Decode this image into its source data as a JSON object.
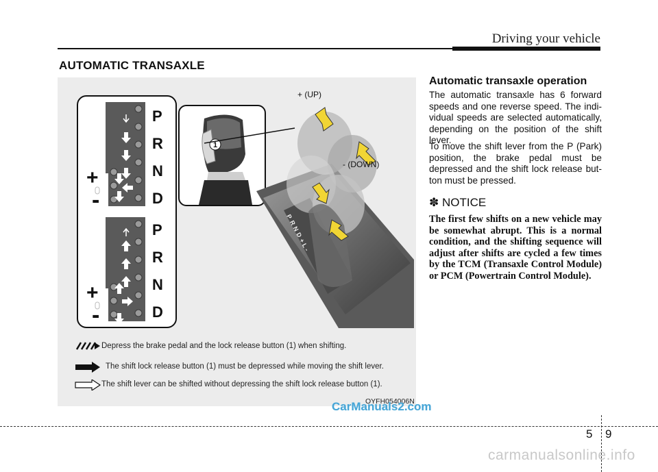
{
  "header": {
    "title": "Driving your vehicle"
  },
  "section": {
    "title": "AUTOMATIC TRANSAXLE"
  },
  "figure": {
    "gate_letters_top": [
      "P",
      "R",
      "N",
      "D"
    ],
    "gate_letters_bottom": [
      "P",
      "R",
      "N",
      "D"
    ],
    "plus": "+",
    "minus": "-",
    "callout_number": "1",
    "label_up": "+ (UP)",
    "label_down": "- (DOWN)",
    "gate_plate": [
      "P",
      "R",
      "N",
      "D",
      "+",
      "L",
      "-"
    ],
    "legend": [
      "Depress the brake pedal and the lock release button (1) when shifting.",
      "The shift lock release button (1) must be depressed while moving the shift lever.",
      "The shift lever can be shifted without depressing the shift lock release button (1)."
    ],
    "code": "OYFH054006N"
  },
  "content": {
    "subtitle": "Automatic transaxle operation",
    "para1": "The automatic transaxle has 6 forward speeds and one reverse speed. The indi-vidual speeds are selected automatically, depending on the position of the shift lever.",
    "para2": "To move the shift lever from the P (Park) position, the brake pedal must be depressed and the shift lock release but-ton must be pressed.",
    "notice_symbol": "✽",
    "notice_title": "NOTICE",
    "notice_text": "The first few shifts on a new vehicle may be somewhat abrupt. This is a normal condition, and the shifting sequence will adjust after shifts are cycled a few times by the TCM (Transaxle Control Module) or PCM (Powertrain Control Module)."
  },
  "watermark": "CarManuals2.com",
  "footer": {
    "chapter": "5",
    "page": "9",
    "site": "carmanualsonline.info"
  }
}
